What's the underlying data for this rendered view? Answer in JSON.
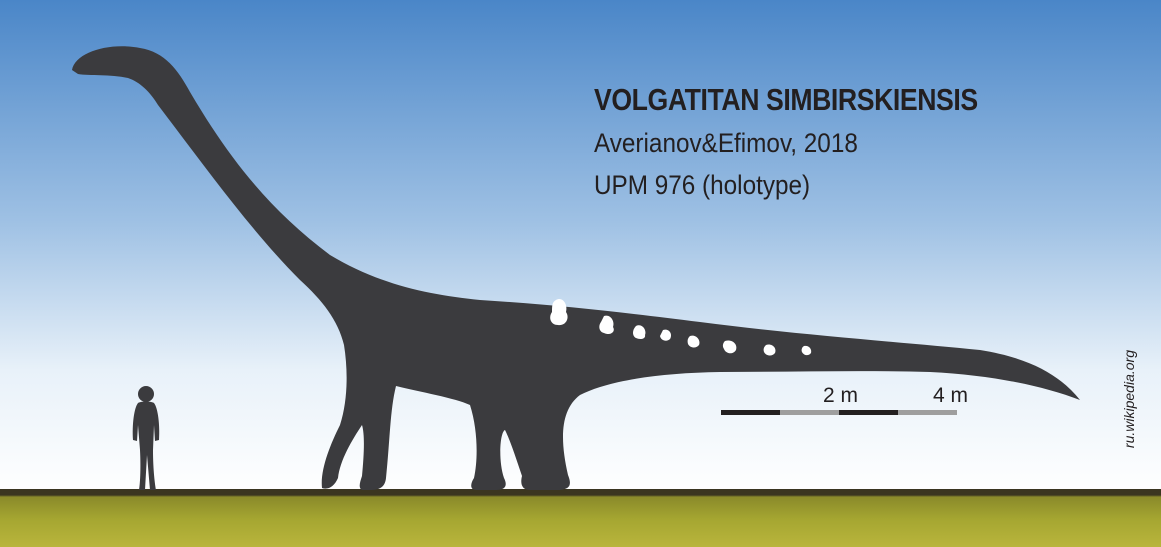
{
  "figure": {
    "title": "VOLGATITAN SIMBIRSKIENSIS",
    "author": "Averianov&Efimov, 2018",
    "specimen": "UPM 976 (holotype)",
    "credit": "ru.wikipedia.org"
  },
  "scale_bar": {
    "labels": [
      "2 m",
      "4 m"
    ],
    "segment_length_m": 1,
    "colors": [
      "#231f20",
      "#9e9e9e",
      "#231f20",
      "#9e9e9e"
    ]
  },
  "colors": {
    "sky_top": "#4a86c8",
    "sky_bottom": "#ffffff",
    "silhouette": "#3b3b3e",
    "bones": "#ffffff",
    "ground": "#a5a631"
  }
}
